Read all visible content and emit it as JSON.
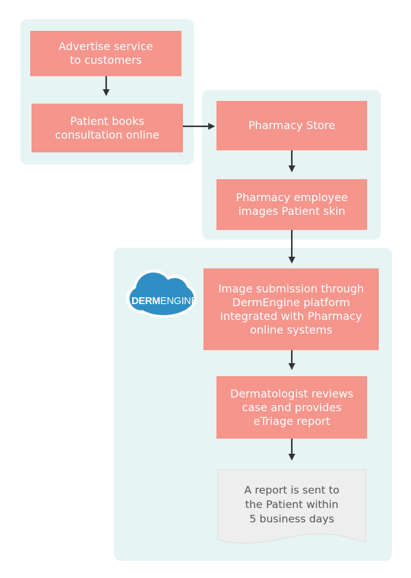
{
  "colors": {
    "panel_bg": "#e6f4f3",
    "box_bg": "#f5958c",
    "arrow": "#333333",
    "doc_bg": "#eeeeee",
    "logo_blue": "#2f8fc4"
  },
  "steps": {
    "advertise": "Advertise service\nto customers",
    "book": "Patient books\nconsultation online",
    "pharmacy_store": "Pharmacy Store",
    "imaging": "Pharmacy employee\nimages Patient skin",
    "submission": "Image submission through\nDermEngine platform\nintegrated with Pharmacy\nonline systems",
    "review": "Dermatologist reviews\ncase and provides\neTriage report",
    "report": "A report is sent to\nthe Patient within\n5 business days"
  },
  "logo": {
    "bold": "DERM",
    "light": "ENGINE",
    "icon": "cloud-icon"
  }
}
